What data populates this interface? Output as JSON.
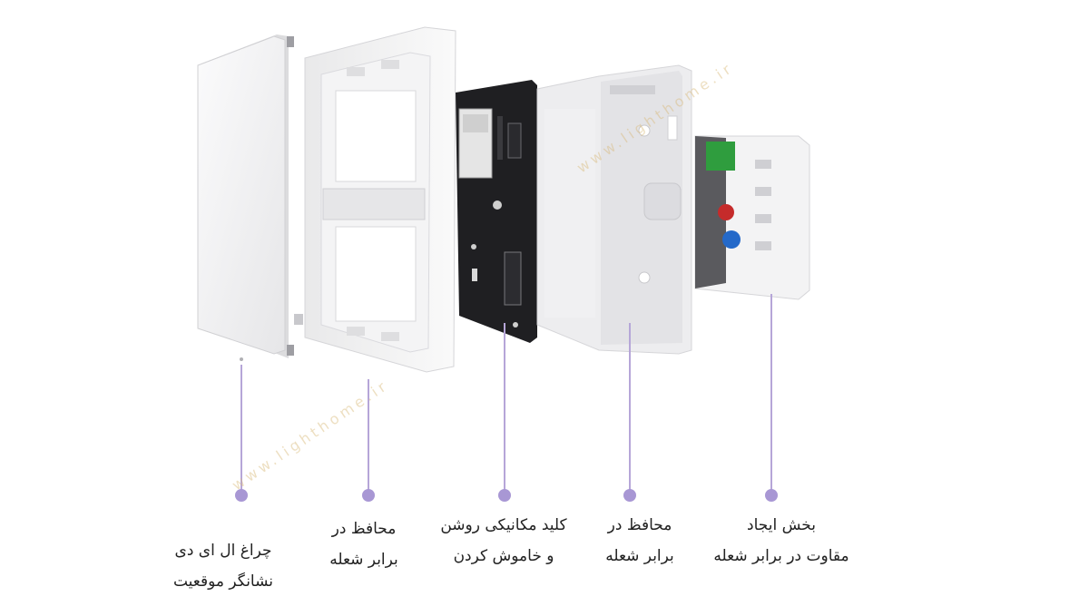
{
  "watermark": "www.lighthome.ir",
  "colors": {
    "leader": "#b6a6d8",
    "dot": "#a897d4",
    "pcb": "#1f1f22",
    "plastic": "#f2f2f3"
  },
  "components": [
    {
      "id": "led",
      "lines": [
        "چراغ ال ای دی",
        "نشانگر موقعیت"
      ]
    },
    {
      "id": "frame",
      "lines": [
        "محافظ در",
        "برابر شعله"
      ]
    },
    {
      "id": "key",
      "lines": [
        "کلید مکانیکی روشن",
        "و خاموش کردن"
      ]
    },
    {
      "id": "back",
      "lines": [
        "محافظ در",
        "برابر شعله"
      ]
    },
    {
      "id": "resist",
      "lines": [
        "بخش ایجاد",
        "مقاوت در برابر شعله"
      ]
    }
  ]
}
